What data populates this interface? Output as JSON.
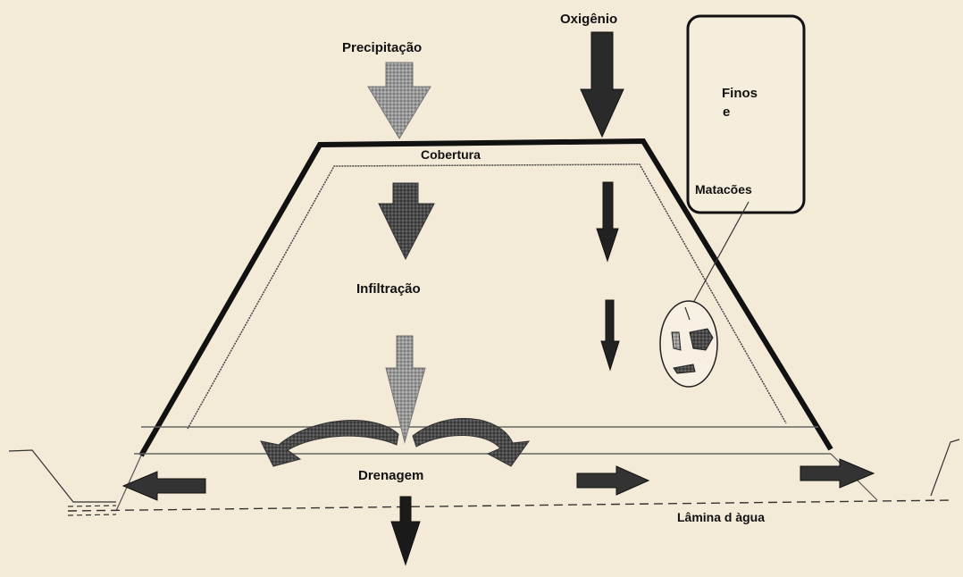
{
  "labels": {
    "precipitacao": "Precipitação",
    "oxigenio": "Oxigênio",
    "cobertura": "Cobertura",
    "infiltracao": "Infiltração",
    "drenagem": "Drenagem",
    "lamina": "Lâmina d àgua",
    "finos": "Finos",
    "e": "e",
    "matacoes": "Matacões"
  },
  "colors": {
    "background": "#f3ead8",
    "outline": "#111111",
    "gray_arrow": "#a8a8a8",
    "dark_arrow": "#3a3a3a",
    "black_arrow": "#151515"
  }
}
